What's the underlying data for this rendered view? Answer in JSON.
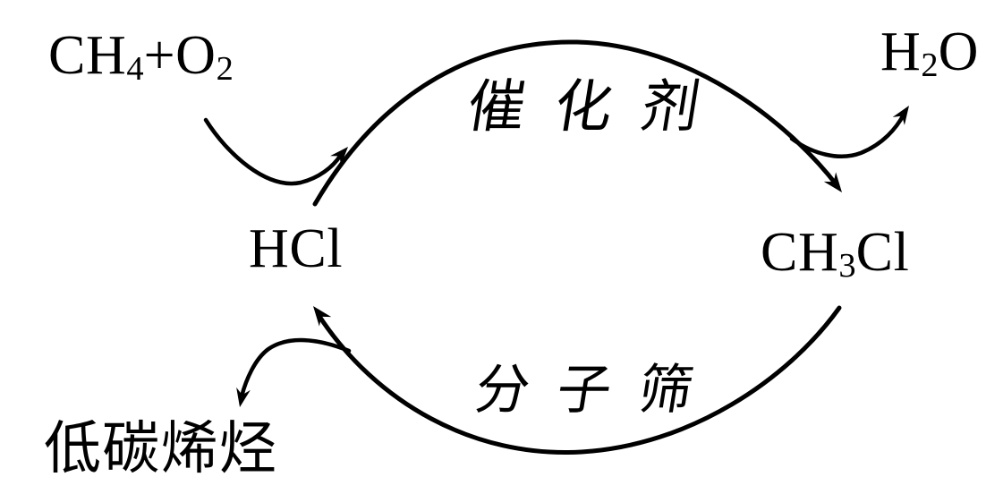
{
  "colors": {
    "ink": "#000000",
    "background": "#ffffff"
  },
  "nodes": {
    "reactants": {
      "parts": [
        [
          "CH",
          ""
        ],
        [
          "4",
          "sub"
        ],
        [
          "+O",
          ""
        ],
        [
          "2",
          "sub"
        ]
      ]
    },
    "water": {
      "parts": [
        [
          "H",
          ""
        ],
        [
          "2",
          "sub"
        ],
        [
          "O",
          ""
        ]
      ]
    },
    "hcl": {
      "text": "HCl"
    },
    "ch3cl": {
      "parts": [
        [
          "CH",
          ""
        ],
        [
          "3",
          "sub"
        ],
        [
          "Cl",
          ""
        ]
      ]
    },
    "olefins": {
      "text": "低碳烯烃"
    }
  },
  "process_labels": {
    "catalyst": {
      "text": "催化剂"
    },
    "sieve": {
      "text": "分子筛"
    }
  },
  "arrows": [
    {
      "from": "CH₄+O₂",
      "to": "top arc (HCl side)",
      "kind": "feed-in"
    },
    {
      "from": "HCl",
      "to": "CH₃Cl",
      "over": "催化剂",
      "kind": "cycle-top-arc"
    },
    {
      "from": "top arc (CH₃Cl side)",
      "to": "H₂O",
      "kind": "release"
    },
    {
      "from": "CH₃Cl",
      "to": "HCl",
      "over": "分子筛",
      "kind": "cycle-bottom-arc"
    },
    {
      "from": "bottom arc (HCl side)",
      "to": "低碳烯烃",
      "kind": "release"
    }
  ]
}
